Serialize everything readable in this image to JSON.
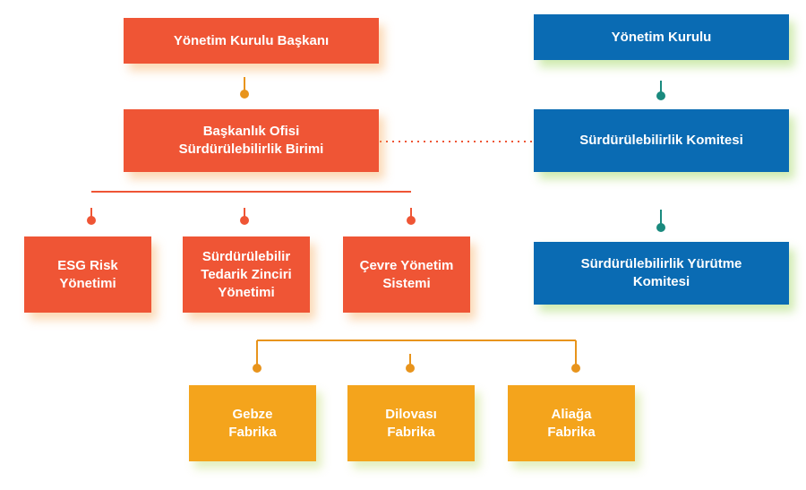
{
  "left_column": {
    "chairman": "Yönetim Kurulu Başkanı",
    "chairman_office": "Başkanlık Ofisi\nSürdürülebilirlik Birimi",
    "esg_risk": "ESG Risk\nYönetimi",
    "supply_chain": "Sürdürülebilir\nTedarik Zinciri\nYönetimi",
    "environment": "Çevre Yönetim\nSistemi"
  },
  "right_column": {
    "board": "Yönetim Kurulu",
    "committee": "Sürdürülebilirlik Komitesi",
    "executive_committee": "Sürdürülebilirlik Yürütme\nKomitesi"
  },
  "factories": {
    "gebze": "Gebze\nFabrika",
    "dilovasi": "Dilovası\nFabrika",
    "aliaga": "Aliağa\nFabrika"
  },
  "colors": {
    "orange_red": "#ef5535",
    "blue": "#0a6bb3",
    "yellow": "#f4a41c",
    "teal_dot": "#1a8a7e",
    "connector_red": "#e8482c",
    "connector_orange": "#e8941c"
  }
}
